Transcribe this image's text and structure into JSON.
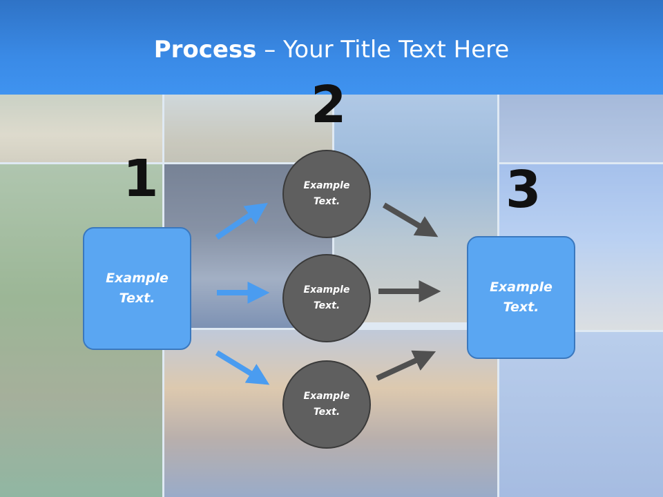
{
  "header": {
    "title_bold": "Process",
    "title_rest": " – Your Title Text Here"
  },
  "steps": {
    "step1_number": "1",
    "step2_number": "2",
    "step3_number": "3"
  },
  "nodes": {
    "left_box_text": "Example Text.",
    "circle_top_text": "Example Text.",
    "circle_middle_text": "Example Text.",
    "circle_bottom_text": "Example Text.",
    "right_box_text": "Example Text."
  },
  "colors": {
    "header_blue": "#3a8ae6",
    "box_fill": "#5aa6f2",
    "box_border": "#3a78be",
    "circle_fill": "#5f5f5f",
    "arrow_blue": "#4a9cf0",
    "arrow_gray": "#505050",
    "title_text": "#ffffff",
    "number_text": "#111111"
  }
}
